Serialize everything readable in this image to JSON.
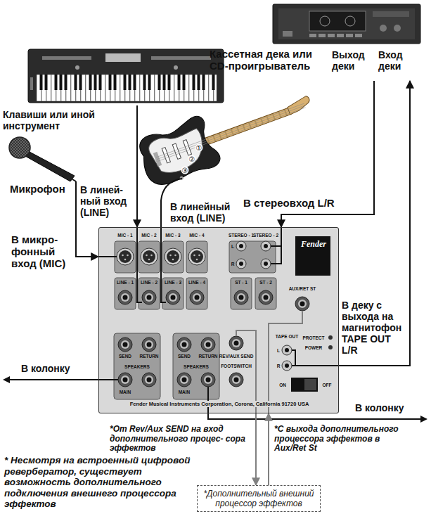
{
  "diagram": {
    "nodes": [
      {
        "text": [
          "Кассетная дека или CD-проигрыватель",
          "Выход деки",
          "Вход деки"
        ]
      },
      {
        "text": [
          "Клавиши или иной инструмент"
        ]
      },
      {
        "text": [
          "Микрофон"
        ]
      },
      {
        "text": [
          "Fender",
          "Fender Musical Instruments Corporation, Corona, California 91720 USA"
        ]
      },
      {
        "text": [
          "*Дополнительный внешний процессор эффектов"
        ]
      }
    ],
    "edges": [
      {
        "from": 2,
        "to": 3,
        "arrow": "to",
        "label": "В микро- фонный вход (MIC)"
      },
      {
        "from": 1,
        "to": 3,
        "arrow": "to",
        "label": "В линей- ный вход (LINE)"
      },
      {
        "from": 0,
        "to": 3,
        "arrow": "to",
        "label": "В стереовход L/R"
      },
      {
        "from": 3,
        "to": 0,
        "arrow": "to",
        "label": "В деку с выхода на магнитофон TAPE OUT L/R"
      },
      {
        "from": 3,
        "to": 4,
        "arrow": "to",
        "label": "*От Rev/Aux SEND на вход дополнительного процес- сора эффектов"
      },
      {
        "from": 4,
        "to": 3,
        "arrow": "to",
        "label": "*С выхода дополнительного процессора эффектов в Aux/Ret St"
      }
    ],
    "labels": [
      "MIC - 1",
      "MIC - 2",
      "MIC - 3",
      "MIC - 4",
      "STEREO - 1",
      "STEREO - 2",
      "L",
      "R",
      "LINE - 1",
      "LINE - 2",
      "LINE - 3",
      "LINE - 4",
      "ST - 1",
      "ST - 2",
      "AUX/RET ST",
      "SEND",
      "RETURN",
      "SPEAKERS",
      "MAIN",
      "SEND",
      "RETURN",
      "SPEAKERS",
      "MAIN",
      "REV/AUX SEND",
      "FOOTSWITCH",
      "TAPE OUT",
      "L",
      "R",
      "PROTECT",
      "POWER",
      "ON",
      "OFF",
      "В линейный вход (LINE)",
      "В колонку",
      "В колонку",
      "* Несмотря на встроенный цифровой ревербератор, существует возможность дополнительного подключения внешнего процессора эффектов",
      "①",
      "②",
      "③"
    ]
  }
}
